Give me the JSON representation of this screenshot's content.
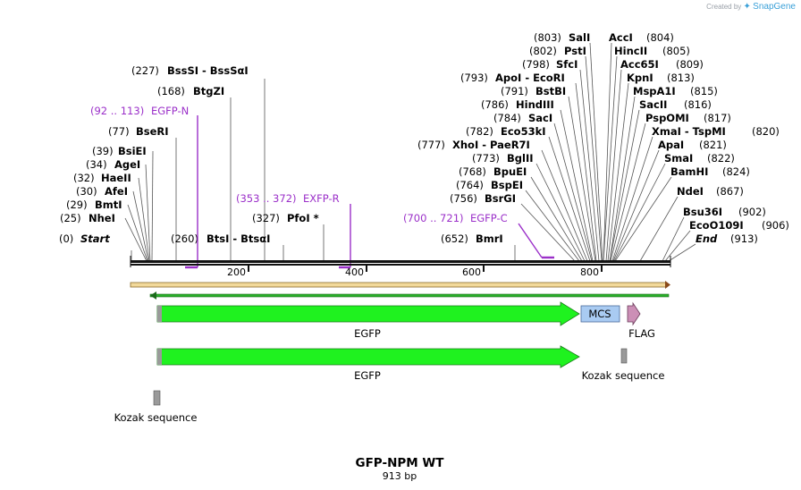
{
  "credit": {
    "created_by": "Created by",
    "brand": "SnapGene"
  },
  "map": {
    "title": "GFP-NPM WT",
    "subtitle": "913 bp",
    "ruler_ticks": [
      "200",
      "400",
      "600",
      "800"
    ],
    "sites": [
      {
        "pos": "(0)",
        "name": "Start",
        "italic": true
      },
      {
        "pos": "(25)",
        "name": "NheI"
      },
      {
        "pos": "(29)",
        "name": "BmtI"
      },
      {
        "pos": "(30)",
        "name": "AfeI"
      },
      {
        "pos": "(32)",
        "name": "HaeII"
      },
      {
        "pos": "(34)",
        "name": "AgeI"
      },
      {
        "pos": "(39)",
        "name": "BsiEI"
      },
      {
        "pos": "(77)",
        "name": "BseRI"
      },
      {
        "pos": "(168)",
        "name": "BtgZI"
      },
      {
        "pos": "(227)",
        "name": "BssSI - BssSαI"
      },
      {
        "pos": "(260)",
        "name": "BtsI - BtsαI"
      },
      {
        "pos": "(327)",
        "name": "PfoI *"
      },
      {
        "pos": "(652)",
        "name": "BmrI"
      },
      {
        "pos": "(756)",
        "name": "BsrGI"
      },
      {
        "pos": "(764)",
        "name": "BspEI"
      },
      {
        "pos": "(768)",
        "name": "BpuEI"
      },
      {
        "pos": "(773)",
        "name": "BglII"
      },
      {
        "pos": "(777)",
        "name": "XhoI - PaeR7I"
      },
      {
        "pos": "(782)",
        "name": "Eco53kI"
      },
      {
        "pos": "(784)",
        "name": "SacI"
      },
      {
        "pos": "(786)",
        "name": "HindIII"
      },
      {
        "pos": "(791)",
        "name": "BstBI"
      },
      {
        "pos": "(793)",
        "name": "ApoI - EcoRI"
      },
      {
        "pos": "(798)",
        "name": "SfcI"
      },
      {
        "pos": "(802)",
        "name": "PstI"
      },
      {
        "pos": "(803)",
        "name": "SalI"
      },
      {
        "name": "AccI",
        "pos": "(804)"
      },
      {
        "name": "HincII",
        "pos": "(805)"
      },
      {
        "name": "Acc65I",
        "pos": "(809)"
      },
      {
        "name": "KpnI",
        "pos": "(813)"
      },
      {
        "name": "MspA1I",
        "pos": "(815)"
      },
      {
        "name": "SacII",
        "pos": "(816)"
      },
      {
        "name": "PspOMI",
        "pos": "(817)"
      },
      {
        "name": "XmaI - TspMI",
        "pos": "(820)"
      },
      {
        "name": "ApaI",
        "pos": "(821)"
      },
      {
        "name": "SmaI",
        "pos": "(822)"
      },
      {
        "name": "BamHI",
        "pos": "(824)"
      },
      {
        "name": "NdeI",
        "pos": "(867)"
      },
      {
        "name": "Bsu36I",
        "pos": "(902)"
      },
      {
        "name": "EcoO109I",
        "pos": "(906)"
      },
      {
        "name": "End",
        "pos": "(913)",
        "italic": true
      }
    ],
    "primers": [
      {
        "range": "(92 .. 113)",
        "name": "EGFP-N"
      },
      {
        "range": "(353 .. 372)",
        "name": "EXFP-R"
      },
      {
        "range": "(700 .. 721)",
        "name": "EGFP-C"
      }
    ],
    "features": {
      "mcs": "MCS",
      "flag": "FLAG",
      "egfp_1": "EGFP",
      "egfp_2": "EGFP",
      "kozak_1": "Kozak sequence",
      "kozak_2": "Kozak sequence"
    },
    "colors": {
      "egfp": "#1ff21f",
      "mcs": "#a9cbf2",
      "flag": "#cc8fb6",
      "kozak": "#9a9a9a",
      "primer": "#9b30c9",
      "orf_bar": "#f2d99a",
      "orf_arrow": "#1a9a1a"
    }
  }
}
